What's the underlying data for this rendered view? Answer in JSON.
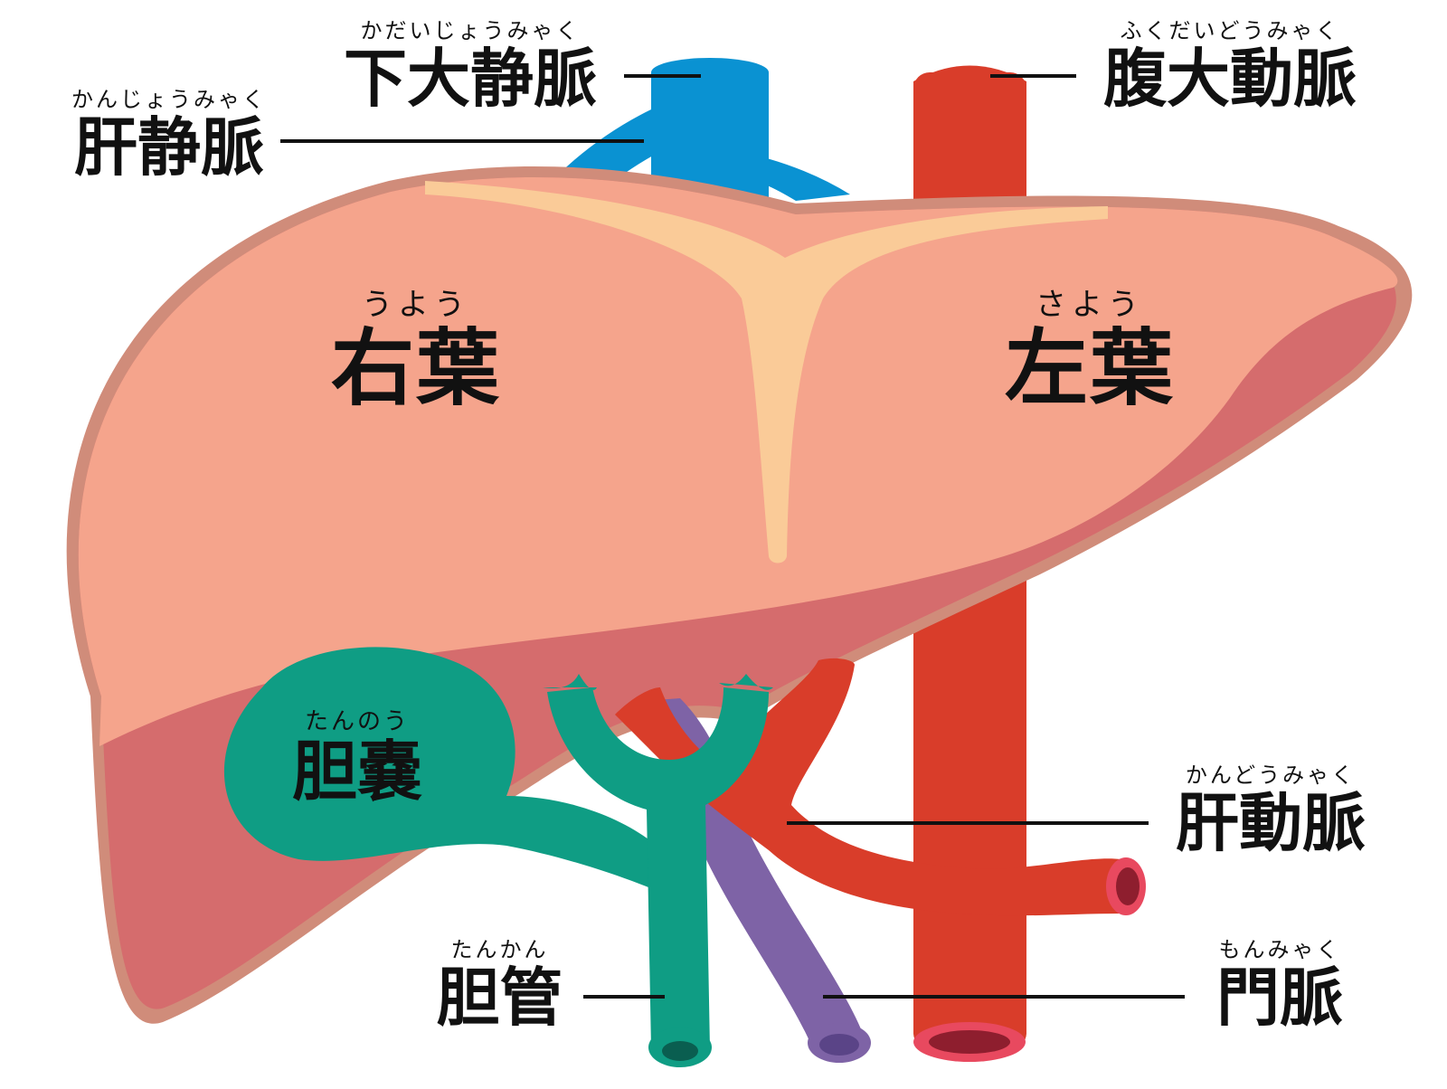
{
  "colors": {
    "liver": "#F5A48C",
    "liver_shade": "#D56C6D",
    "liver_outline": "#D08C7A",
    "fissure": "#FACB98",
    "vena_cava": "#0A92D2",
    "artery": "#D93D2A",
    "artery_lumen": "#8E1E2E",
    "portal_vein": "#7E63A6",
    "bile": "#0F9D84",
    "bile_lumen": "#0A5E50"
  },
  "labels": {
    "ivc": {
      "ruby": "かだいじょうみゃく",
      "text": "下大静脈"
    },
    "aorta": {
      "ruby": "ふくだいどうみゃく",
      "text": "腹大動脈"
    },
    "hv": {
      "ruby": "かんじょうみゃく",
      "text": "肝静脈"
    },
    "right": {
      "ruby": "うよう",
      "text": "右葉"
    },
    "left": {
      "ruby": "さよう",
      "text": "左葉"
    },
    "gb": {
      "ruby": "たんのう",
      "text": "胆嚢"
    },
    "ha": {
      "ruby": "かんどうみゃく",
      "text": "肝動脈"
    },
    "bd": {
      "ruby": "たんかん",
      "text": "胆管"
    },
    "pv": {
      "ruby": "もんみゃく",
      "text": "門脈"
    }
  }
}
